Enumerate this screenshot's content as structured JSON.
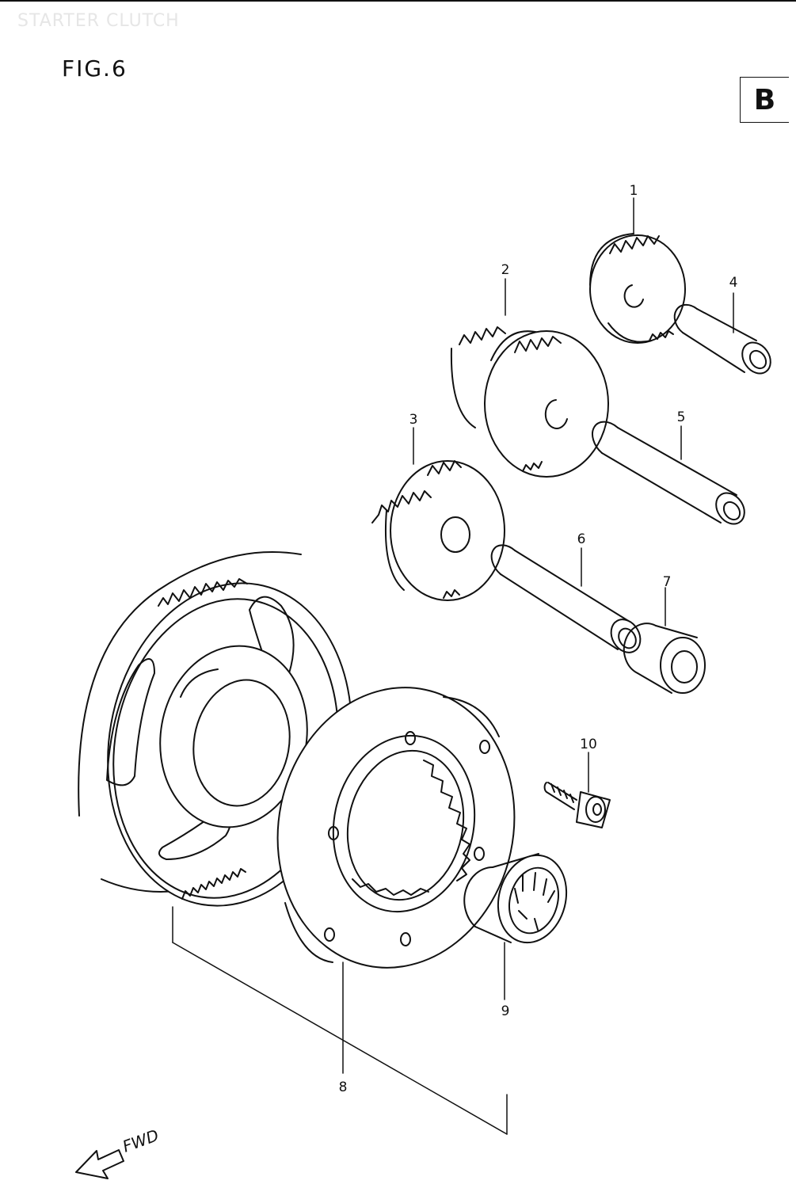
{
  "header": {
    "faded_title": "STARTER CLUTCH",
    "figure": "FIG.6",
    "section_letter": "B"
  },
  "callouts": [
    "1",
    "2",
    "3",
    "4",
    "5",
    "6",
    "7",
    "8",
    "9",
    "10"
  ],
  "direction": {
    "label": "FWD"
  }
}
